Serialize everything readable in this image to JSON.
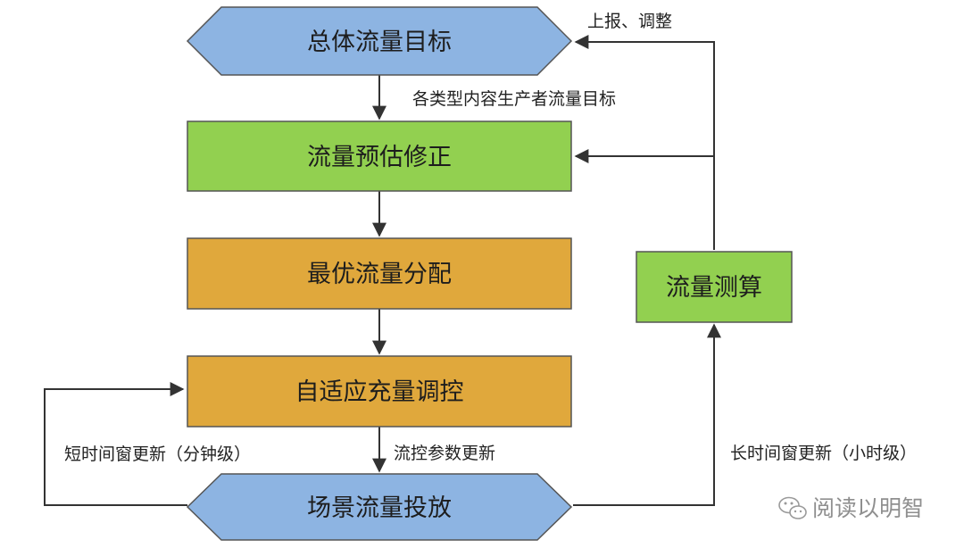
{
  "nodes": {
    "overall_target": {
      "label": "总体流量目标",
      "shape": "hexagon",
      "color": "#8db4e2"
    },
    "forecast_correction": {
      "label": "流量预估修正",
      "shape": "rectangle",
      "color": "#92d050"
    },
    "optimal_allocation": {
      "label": "最优流量分配",
      "shape": "rectangle",
      "color": "#e0a83c"
    },
    "adaptive_control": {
      "label": "自适应充量调控",
      "shape": "rectangle",
      "color": "#e0a83c"
    },
    "scene_delivery": {
      "label": "场景流量投放",
      "shape": "hexagon",
      "color": "#8db4e2"
    },
    "traffic_measurement": {
      "label": "流量测算",
      "shape": "rectangle",
      "color": "#92d050"
    }
  },
  "edges": {
    "producer_targets": "各类型内容生产者流量目标",
    "report_adjust": "上报、调整",
    "control_params_update": "流控参数更新",
    "short_window": "短时间窗更新（分钟级）",
    "long_window": "长时间窗更新（小时级）"
  },
  "watermark": {
    "icon": "wechat-icon",
    "text": "阅读以明智"
  },
  "colors": {
    "line": "#333333",
    "border": "#555555"
  }
}
